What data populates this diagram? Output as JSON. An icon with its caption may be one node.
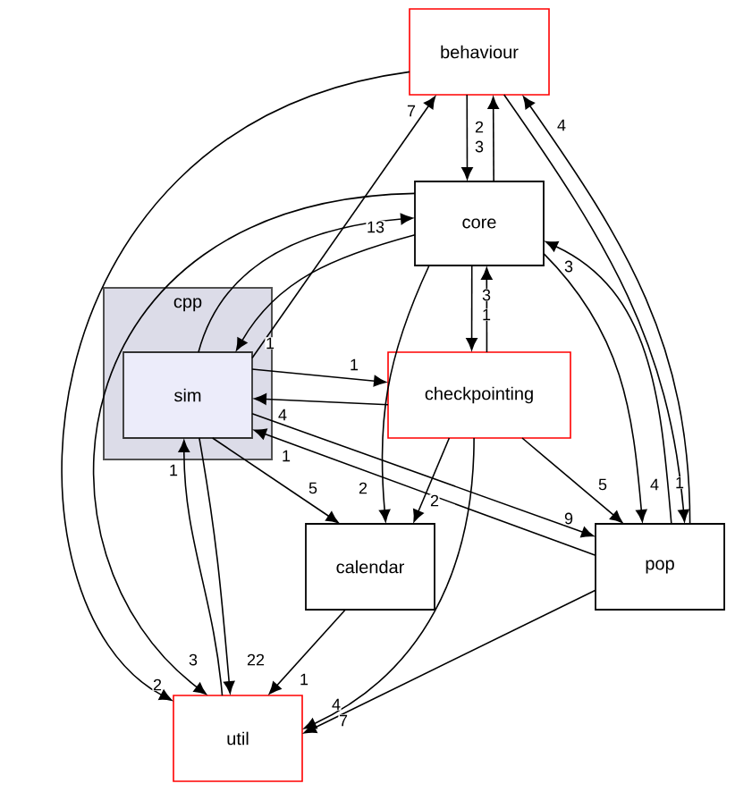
{
  "diagram": {
    "nodes": [
      {
        "text": [
          "cpp"
        ]
      },
      {
        "text": [
          "sim"
        ],
        "in": 0
      },
      {
        "text": [
          "behaviour"
        ]
      },
      {
        "text": [
          "core"
        ]
      },
      {
        "text": [
          "checkpointing"
        ]
      },
      {
        "text": [
          "calendar"
        ]
      },
      {
        "text": [
          "pop"
        ]
      },
      {
        "text": [
          "util"
        ]
      }
    ],
    "edges": [
      {
        "from": 2,
        "to": 7,
        "arrow": "to",
        "label": "2"
      },
      {
        "from": 2,
        "to": 3,
        "arrow": "to",
        "label": "2"
      },
      {
        "from": 3,
        "to": 2,
        "arrow": "to",
        "label": "3"
      },
      {
        "from": 2,
        "to": 6,
        "arrow": "to",
        "label": "1"
      },
      {
        "from": 1,
        "to": 2,
        "arrow": "to",
        "label": "7"
      },
      {
        "from": 1,
        "to": 3,
        "arrow": "to",
        "label": "13"
      },
      {
        "from": 3,
        "to": 1,
        "arrow": "to",
        "label": "1"
      },
      {
        "from": 1,
        "to": 4,
        "arrow": "to",
        "label": "1"
      },
      {
        "from": 4,
        "to": 1,
        "arrow": "to",
        "label": "4"
      },
      {
        "from": 1,
        "to": 6,
        "arrow": "to",
        "label": "9"
      },
      {
        "from": 6,
        "to": 1,
        "arrow": "to",
        "label": "1"
      },
      {
        "from": 1,
        "to": 5,
        "arrow": "to",
        "label": "5"
      },
      {
        "from": 1,
        "to": 7,
        "arrow": "to",
        "label": "22"
      },
      {
        "from": 7,
        "to": 1,
        "arrow": "to",
        "label": "1"
      },
      {
        "from": 3,
        "to": 7,
        "arrow": "to",
        "label": "3"
      },
      {
        "from": 3,
        "to": 5,
        "arrow": "to",
        "label": "2"
      },
      {
        "from": 3,
        "to": 4,
        "arrow": "to",
        "label": "3"
      },
      {
        "from": 4,
        "to": 3,
        "arrow": "to",
        "label": "1"
      },
      {
        "from": 3,
        "to": 6,
        "arrow": "to",
        "label": "4"
      },
      {
        "from": 4,
        "to": 5,
        "arrow": "to",
        "label": "2"
      },
      {
        "from": 4,
        "to": 6,
        "arrow": "to",
        "label": "5"
      },
      {
        "from": 4,
        "to": 7,
        "arrow": "to",
        "label": "7"
      },
      {
        "from": 5,
        "to": 7,
        "arrow": "to",
        "label": "1"
      },
      {
        "from": 6,
        "to": 7,
        "arrow": "to",
        "label": "4"
      },
      {
        "from": 6,
        "to": 3,
        "arrow": "to",
        "label": "3"
      },
      {
        "from": 6,
        "to": 2,
        "arrow": "to",
        "label": "4"
      }
    ]
  }
}
